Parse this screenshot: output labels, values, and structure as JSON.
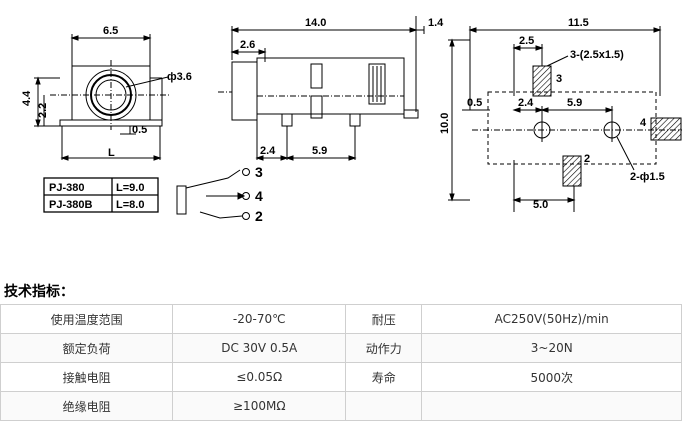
{
  "drawing": {
    "front": {
      "dim_width": "6.5",
      "dim_height": "4.4",
      "dim_center": "2.2",
      "dim_pin": "0.5",
      "dim_hole": "ф3.6",
      "dim_length": "L"
    },
    "models": [
      {
        "model": "PJ-380",
        "length": "L=9.0"
      },
      {
        "model": "PJ-380B",
        "length": "L=8.0"
      }
    ],
    "side": {
      "dim_total": "14.0",
      "dim_tip": "1.4",
      "dim_front": "2.6",
      "dim_pin1": "2.4",
      "dim_pin2": "5.9"
    },
    "schematic": {
      "pin3": "3",
      "pin4": "4",
      "pin2": "2"
    },
    "footprint": {
      "dim_width": "11.5",
      "dim_slot": "2.5",
      "slot_label": "3-(2.5x1.5)",
      "pad3": "3",
      "dim_height": "10.0",
      "dim_offset": "0.5",
      "dim_hole1": "2.4",
      "dim_hole2": "5.9",
      "pad4": "4",
      "pad2": "2",
      "hole_label": "2-ф1.5",
      "dim_bottom": "5.0"
    }
  },
  "specs": {
    "heading": "技术指标：",
    "rows": [
      {
        "label1": "使用温度范围",
        "value1": "-20-70℃",
        "label2": "耐压",
        "value2": "AC250V(50Hz)/min"
      },
      {
        "label1": "额定负荷",
        "value1": "DC 30V 0.5A",
        "label2": "动作力",
        "value2": "3~20N"
      },
      {
        "label1": "接触电阻",
        "value1": "≤0.05Ω",
        "label2": "寿命",
        "value2": "5000次"
      },
      {
        "label1": "绝缘电阻",
        "value1": "≥100MΩ",
        "label2": "",
        "value2": ""
      }
    ]
  }
}
